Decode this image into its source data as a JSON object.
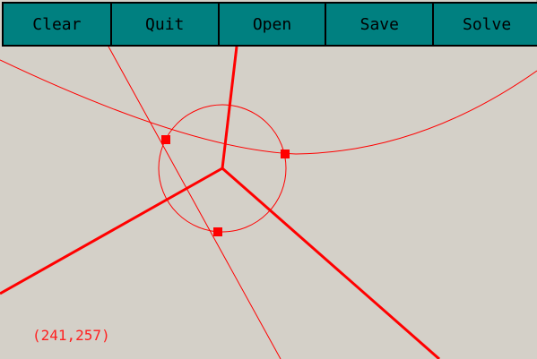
{
  "toolbar": {
    "buttons": [
      "Clear",
      "Quit",
      "Open",
      "Save",
      "Solve"
    ],
    "color": "#008080"
  },
  "canvas": {
    "background": "#d4d0c8",
    "accent_color": "#ff0000",
    "coordinate_readout": "(241,257)"
  }
}
